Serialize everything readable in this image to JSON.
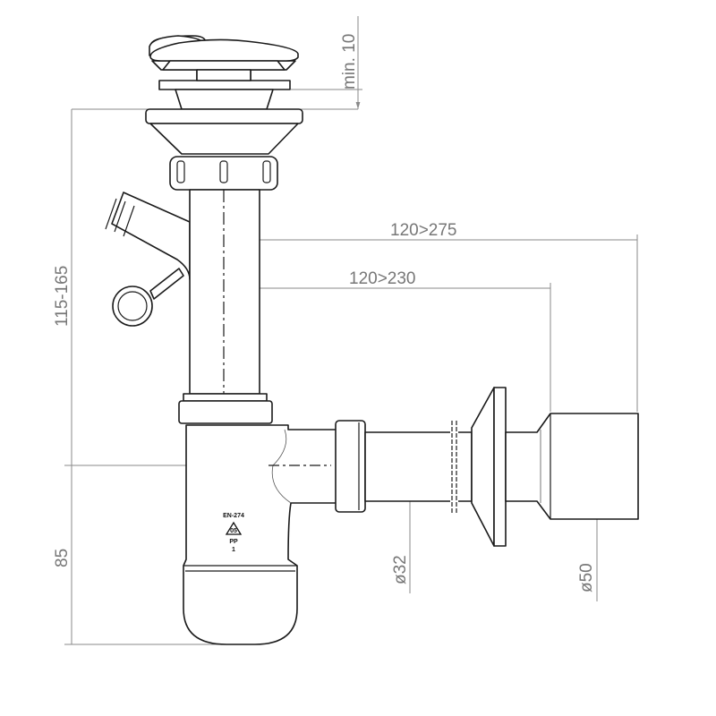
{
  "dimensions": {
    "min_gap": "min. 10",
    "height_range": "115-165",
    "trap_height": "85",
    "reach_long": "120>275",
    "reach_short": "120>230",
    "outlet_small": "ø32",
    "outlet_large": "ø50"
  },
  "marking": {
    "standard": "EN-274",
    "recycle_code": "05",
    "material": "PP",
    "number": "1"
  }
}
